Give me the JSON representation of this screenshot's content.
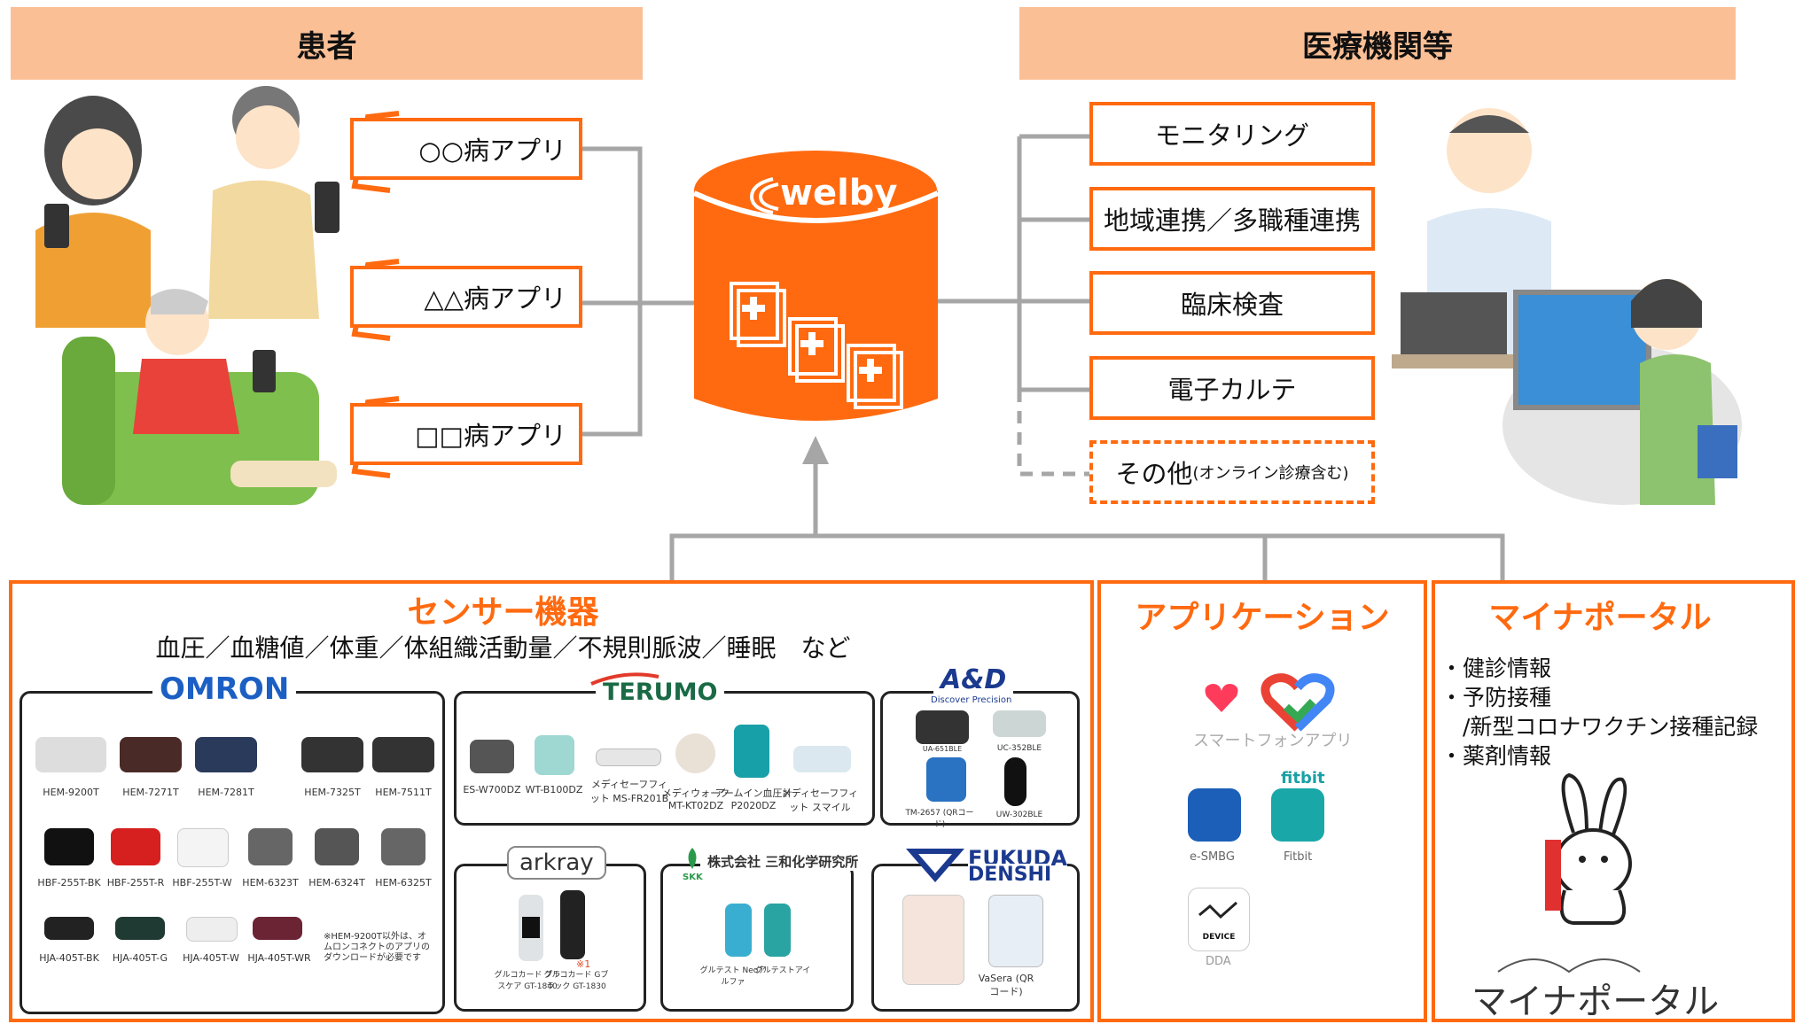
{
  "headers": {
    "patients": "患者",
    "institutions": "医療機関等"
  },
  "apps": [
    "○○病アプリ",
    "△△病アプリ",
    "□□病アプリ"
  ],
  "welby": {
    "logo": "welby"
  },
  "services": [
    "モニタリング",
    "地域連携／多職種連携",
    "臨床検査",
    "電子カルテ"
  ],
  "other": {
    "main": "その他",
    "note": "(オンライン診療含む)"
  },
  "sensor": {
    "title": "センサー機器",
    "subtitle": "血圧／血糖値／体重／体組織活動量／不規則脈波／睡眠　など",
    "omron": {
      "logo": "OMRON",
      "models": [
        "HEM-9200T",
        "HEM-7271T",
        "HEM-7281T",
        "HEM-7325T",
        "HEM-7511T",
        "HBF-255T-BK",
        "HBF-255T-R",
        "HBF-255T-W",
        "HEM-6323T",
        "HEM-6324T",
        "HEM-6325T",
        "HJA-405T-BK",
        "HJA-405T-G",
        "HJA-405T-W",
        "HJA-405T-WR"
      ],
      "note": "※HEM-9200T以外は、オムロンコネクトのアプリのダウンロードが必要です"
    },
    "terumo": {
      "logo": "TERUMO",
      "models": [
        "ES-W700DZ",
        "WT-B100DZ",
        "メディセーフフィット MS-FR201B",
        "メディウォーク MT-KT02DZ",
        "アームイン血圧計 P2020DZ",
        "メディセーフフィット スマイル"
      ]
    },
    "and": {
      "logo": "A&D",
      "tagline": "Discover Precision",
      "models": [
        "UA-651BLE",
        "UC-352BLE",
        "TM-2657 (QRコード)",
        "UW-302BLE"
      ]
    },
    "arkray": {
      "logo": "arkray",
      "models": [
        "グルコカード プラスケア GT-1840",
        "グルコカード Gブラック GT-1830"
      ],
      "mark": "※1"
    },
    "skk": {
      "logo": "株式会社 三和化学研究所",
      "mark": "SKK",
      "models": [
        "グルテスト Neoアルファ",
        "グルテストアイ"
      ]
    },
    "fukuda": {
      "logo1": "FUKUDA",
      "logo2": "DENSHI",
      "models": [
        "VaSera (QRコード)"
      ]
    }
  },
  "application": {
    "title": "アプリケーション",
    "apps": [
      "スマートフォンアプリ",
      "e-SMBG",
      "Fitbit",
      "DDA"
    ],
    "fitbit_logo": "fitbit",
    "device_label": "DEVICE"
  },
  "myna": {
    "title": "マイナポータル",
    "items": [
      "・健診情報",
      "・予防接種",
      "　/新型コロナワクチン接種記録",
      "・薬剤情報"
    ],
    "logo": "マイナポータル"
  },
  "colors": {
    "accent": "#ff6a10",
    "header": "#fbbf96",
    "connector": "#a6a6a6"
  }
}
